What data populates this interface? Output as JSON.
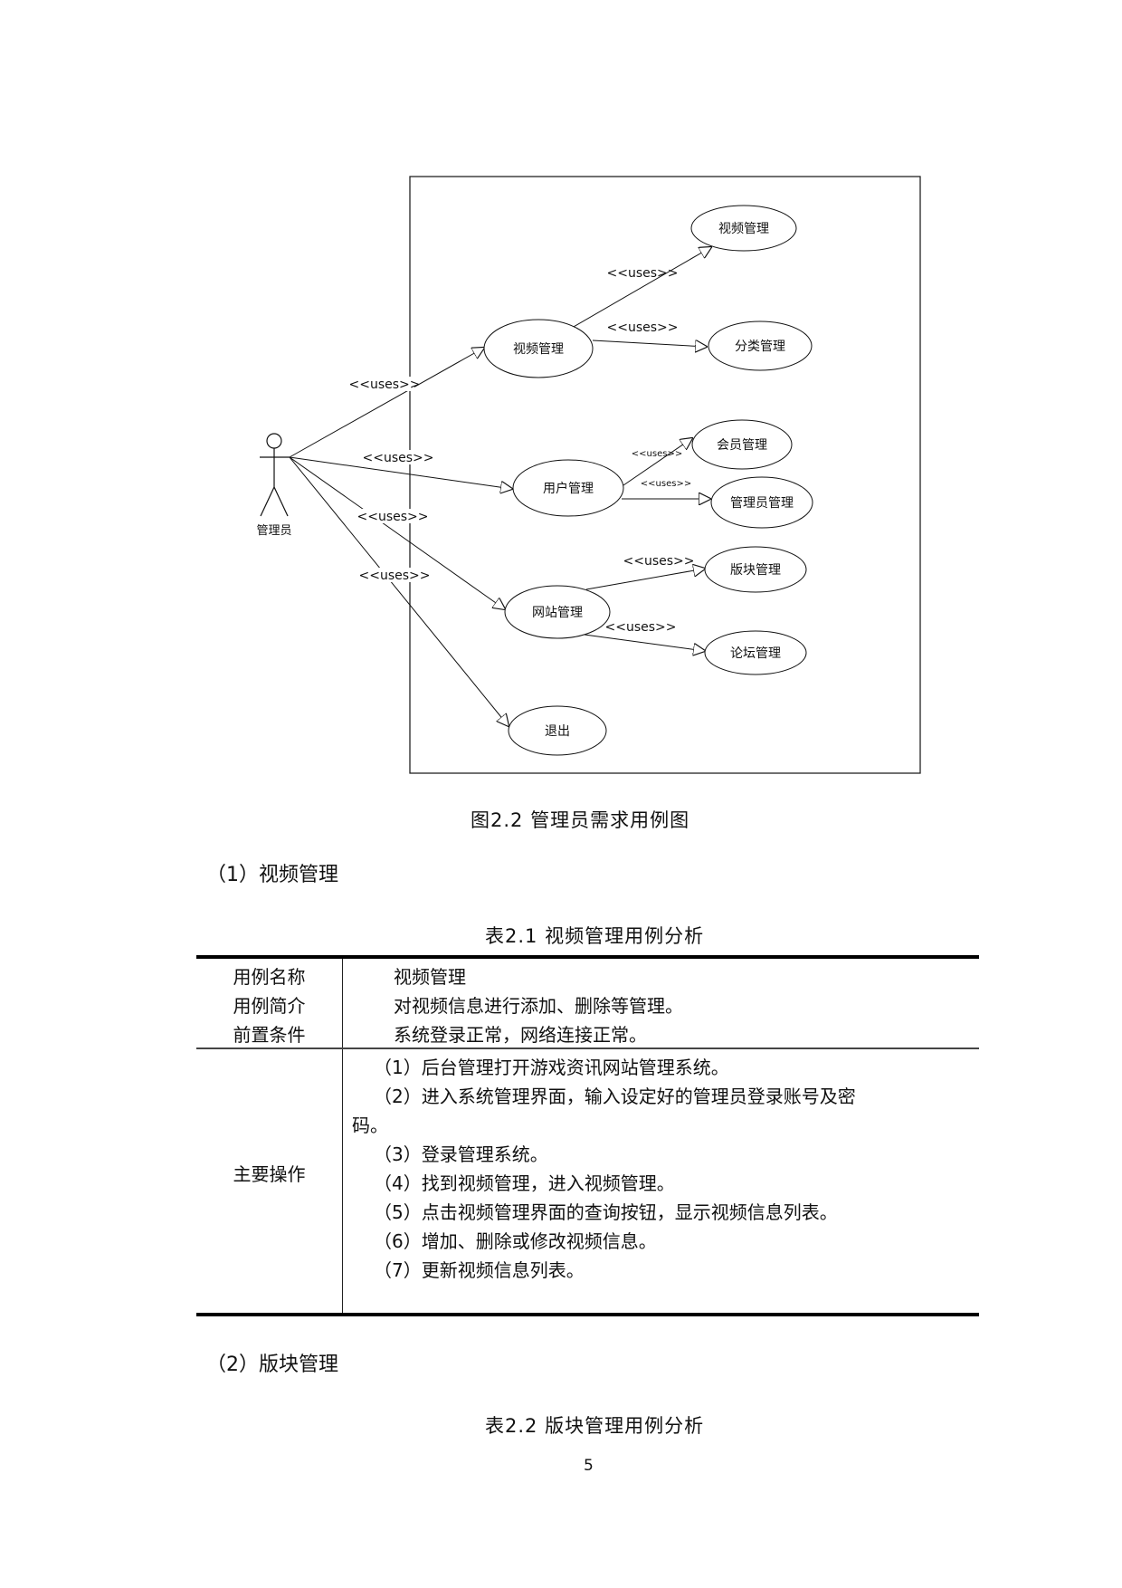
{
  "diagram": {
    "actor": {
      "label": "管理员"
    },
    "use_cases": {
      "video_mgmt": "视频管理",
      "video_mgmt_child": "视频管理",
      "category_mgmt": "分类管理",
      "user_mgmt": "用户管理",
      "member_mgmt": "会员管理",
      "admin_mgmt": "管理员管理",
      "site_mgmt": "网站管理",
      "board_mgmt": "版块管理",
      "forum_mgmt": "论坛管理",
      "logout": "退出"
    },
    "relation_label": "<<uses>>"
  },
  "figure_caption": "图2.2 管理员需求用例图",
  "section1": {
    "heading": "（1）视频管理"
  },
  "table1": {
    "caption": "表2.1 视频管理用例分析",
    "rows": [
      {
        "label": "用例名称",
        "value": "视频管理"
      },
      {
        "label": "用例简介",
        "value": "对视频信息进行添加、删除等管理。"
      },
      {
        "label": "前置条件",
        "value": "系统登录正常，网络连接正常。"
      }
    ],
    "main_ops": {
      "label": "主要操作",
      "steps": [
        "（1）后台管理打开游戏资讯网站管理系统。",
        "（2）进入系统管理界面，输入设定好的管理员登录账号及密",
        "码。",
        "（3）登录管理系统。",
        "（4）找到视频管理，进入视频管理。",
        "（5）点击视频管理界面的查询按钮，显示视频信息列表。",
        "（6）增加、删除或修改视频信息。",
        "（7）更新视频信息列表。"
      ]
    }
  },
  "section2": {
    "heading": "（2）版块管理"
  },
  "table2": {
    "caption": "表2.2 版块管理用例分析"
  },
  "page_number": "5"
}
